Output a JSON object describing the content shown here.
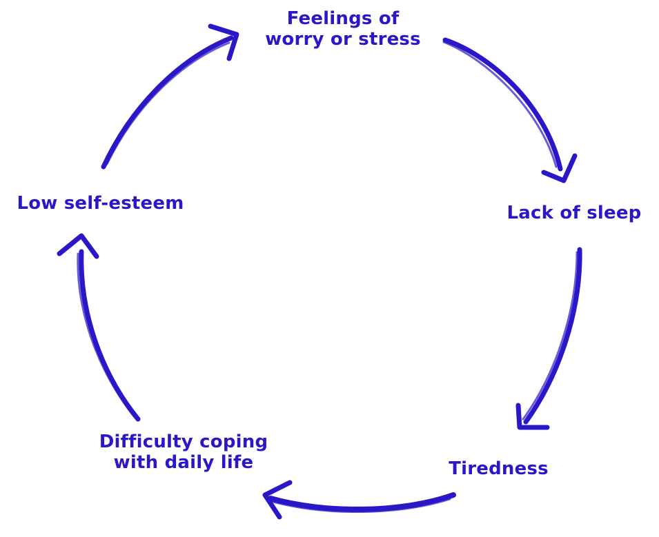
{
  "diagram": {
    "type": "cycle",
    "accent_color": "#2a17c8",
    "nodes": [
      {
        "lines": [
          "Feelings of",
          "worry or stress"
        ]
      },
      {
        "lines": [
          "Lack of sleep"
        ]
      },
      {
        "lines": [
          "Tiredness"
        ]
      },
      {
        "lines": [
          "Difficulty coping",
          "with daily life"
        ]
      },
      {
        "lines": [
          "Low self-esteem"
        ]
      }
    ],
    "edges": [
      {
        "from": 0,
        "to": 1
      },
      {
        "from": 1,
        "to": 2
      },
      {
        "from": 2,
        "to": 3
      },
      {
        "from": 3,
        "to": 4
      },
      {
        "from": 4,
        "to": 0
      }
    ]
  }
}
